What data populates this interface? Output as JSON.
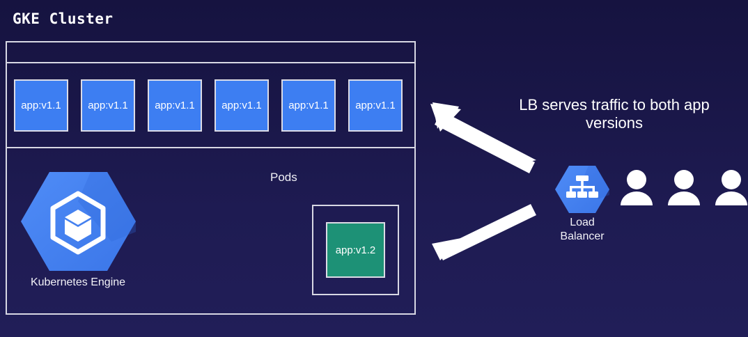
{
  "diagram": {
    "title": "GKE Cluster",
    "background_color": "#191647",
    "border_color": "#d8d8e4"
  },
  "cluster": {
    "pods_caption": "Pods",
    "pod_color": "#3d7ef2",
    "pods": [
      {
        "label": "app:v1.1"
      },
      {
        "label": "app:v1.1"
      },
      {
        "label": "app:v1.1"
      },
      {
        "label": "app:v1.1"
      },
      {
        "label": "app:v1.1"
      },
      {
        "label": "app:v1.1"
      }
    ],
    "new_version_pod": {
      "label": "app:v1.2",
      "color": "#1d9176"
    },
    "gke": {
      "caption": "Kubernetes Engine",
      "icon": "kubernetes-engine-hexagon-icon",
      "hex_color": "#4285f4"
    }
  },
  "right_panel": {
    "note_line1": "LB serves traffic to both app",
    "note_line2": "versions",
    "load_balancer": {
      "caption_line1": "Load",
      "caption_line2": "Balancer",
      "icon": "load-balancer-hexagon-icon",
      "hex_color": "#4285f4"
    },
    "users": [
      {
        "icon": "user-avatar-icon"
      },
      {
        "icon": "user-avatar-icon"
      },
      {
        "icon": "user-avatar-icon"
      }
    ],
    "arrows": [
      {
        "icon": "arrow-up-left-icon",
        "direction": "up-left"
      },
      {
        "icon": "arrow-down-left-icon",
        "direction": "down-left"
      }
    ],
    "arrow_color": "#ffffff"
  }
}
